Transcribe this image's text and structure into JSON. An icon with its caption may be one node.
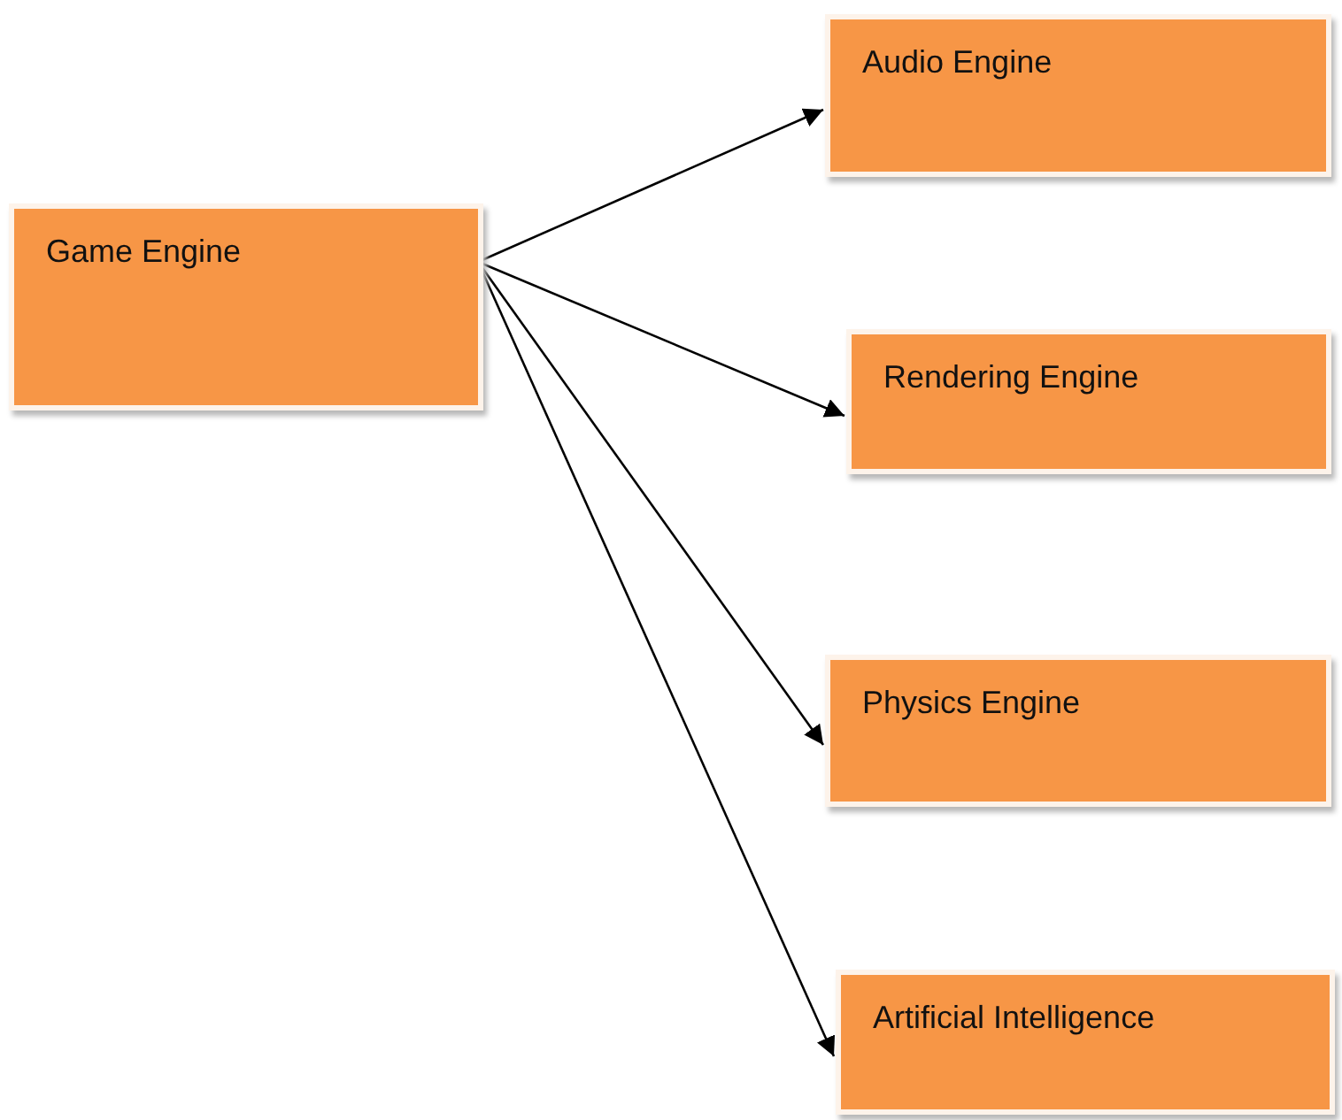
{
  "diagram": {
    "nodes": [
      {
        "text": [
          "Game Engine"
        ]
      },
      {
        "text": [
          "Audio Engine"
        ]
      },
      {
        "text": [
          "Rendering Engine"
        ]
      },
      {
        "text": [
          "Physics Engine"
        ]
      },
      {
        "text": [
          "Artificial Intelligence"
        ]
      }
    ],
    "edges": [
      {
        "from": 0,
        "to": 1,
        "arrow": "to"
      },
      {
        "from": 0,
        "to": 2,
        "arrow": "to"
      },
      {
        "from": 0,
        "to": 3,
        "arrow": "to"
      },
      {
        "from": 0,
        "to": 4,
        "arrow": "to"
      }
    ]
  }
}
